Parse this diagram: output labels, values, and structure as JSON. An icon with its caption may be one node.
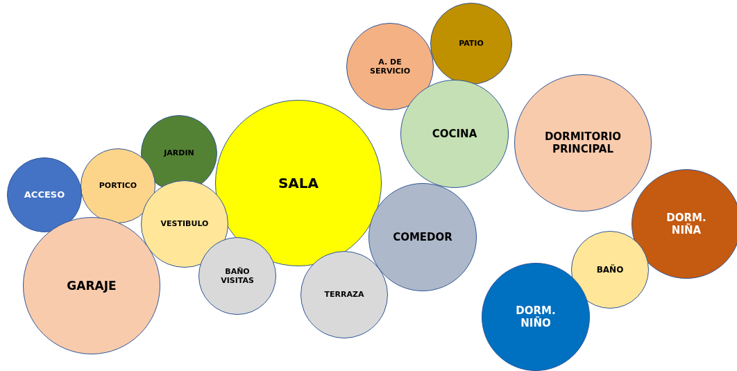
{
  "diagram": {
    "nodes": [
      {
        "text": [
          "PATIO"
        ]
      },
      {
        "text": [
          "A. DE SERVICIO"
        ]
      },
      {
        "text": [
          "COCINA"
        ]
      },
      {
        "text": [
          "DORMITORIO PRINCIPAL"
        ]
      },
      {
        "text": [
          "JARDIN"
        ]
      },
      {
        "text": [
          "SALA"
        ]
      },
      {
        "text": [
          "PORTICO"
        ]
      },
      {
        "text": [
          "ACCESO"
        ]
      },
      {
        "text": [
          "DORM. NIÑA"
        ]
      },
      {
        "text": [
          "VESTIBULO"
        ]
      },
      {
        "text": [
          "COMEDOR"
        ]
      },
      {
        "text": [
          "BAÑO"
        ]
      },
      {
        "text": [
          "BAÑO VISITAS"
        ]
      },
      {
        "text": [
          "GARAJE"
        ]
      },
      {
        "text": [
          "TERRAZA"
        ]
      },
      {
        "text": [
          "DORM. NIÑO"
        ]
      }
    ]
  }
}
